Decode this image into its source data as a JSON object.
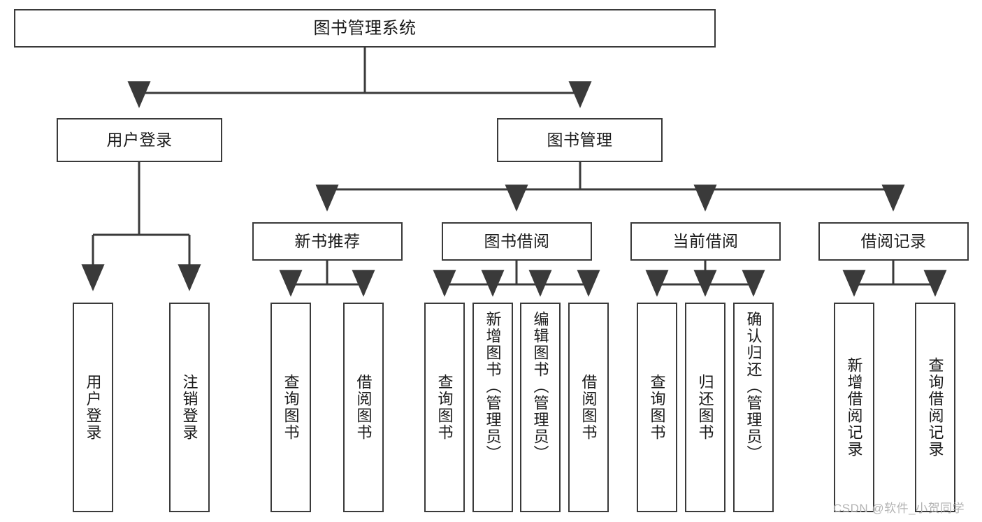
{
  "diagram": {
    "title": "图书管理系统",
    "type": "tree-hierarchy",
    "colors": {
      "box_border": "#3a3a3a",
      "box_fill": "#ffffff",
      "connector": "#3a3a3a",
      "text": "#1a1a1a",
      "watermark": "#b4b4b4"
    },
    "root": {
      "label": "图书管理系统"
    },
    "level2": [
      {
        "label": "用户登录"
      },
      {
        "label": "图书管理"
      }
    ],
    "level3": [
      {
        "label": "新书推荐"
      },
      {
        "label": "图书借阅"
      },
      {
        "label": "当前借阅"
      },
      {
        "label": "借阅记录"
      }
    ],
    "leaves": {
      "user_login": [
        {
          "label": "用户登录"
        },
        {
          "label": "注销登录"
        }
      ],
      "new_book_recommend": [
        {
          "label": "查询图书"
        },
        {
          "label": "借阅图书"
        }
      ],
      "book_borrow": [
        {
          "label": "查询图书"
        },
        {
          "label": "新增图书（管理员）"
        },
        {
          "label": "编辑图书（管理员）"
        },
        {
          "label": "借阅图书"
        }
      ],
      "current_borrow": [
        {
          "label": "查询图书"
        },
        {
          "label": "归还图书"
        },
        {
          "label": "确认归还（管理员）"
        }
      ],
      "borrow_record": [
        {
          "label": "新增借阅记录"
        },
        {
          "label": "查询借阅记录"
        }
      ]
    },
    "watermark": "CSDN @软件_小贺同学"
  }
}
